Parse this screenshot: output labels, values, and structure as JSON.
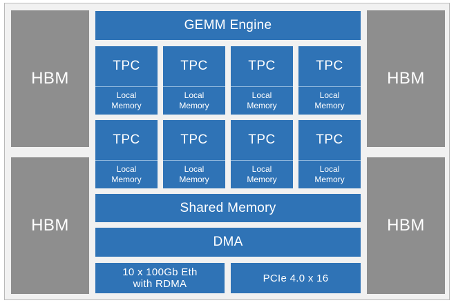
{
  "hbm": [
    "HBM",
    "HBM",
    "HBM",
    "HBM"
  ],
  "gemm": "GEMM Engine",
  "tpcs": [
    {
      "label": "TPC",
      "memory": "Local\nMemory"
    },
    {
      "label": "TPC",
      "memory": "Local\nMemory"
    },
    {
      "label": "TPC",
      "memory": "Local\nMemory"
    },
    {
      "label": "TPC",
      "memory": "Local\nMemory"
    },
    {
      "label": "TPC",
      "memory": "Local\nMemory"
    },
    {
      "label": "TPC",
      "memory": "Local\nMemory"
    },
    {
      "label": "TPC",
      "memory": "Local\nMemory"
    },
    {
      "label": "TPC",
      "memory": "Local\nMemory"
    }
  ],
  "shared_memory": "Shared Memory",
  "dma": "DMA",
  "eth": "10 x 100Gb Eth\nwith RDMA",
  "pcie": "PCIe 4.0 x 16",
  "colors": {
    "block_blue": "#2f73b6",
    "hbm_gray": "#8e8e8e",
    "background": "#f1f1f1"
  }
}
